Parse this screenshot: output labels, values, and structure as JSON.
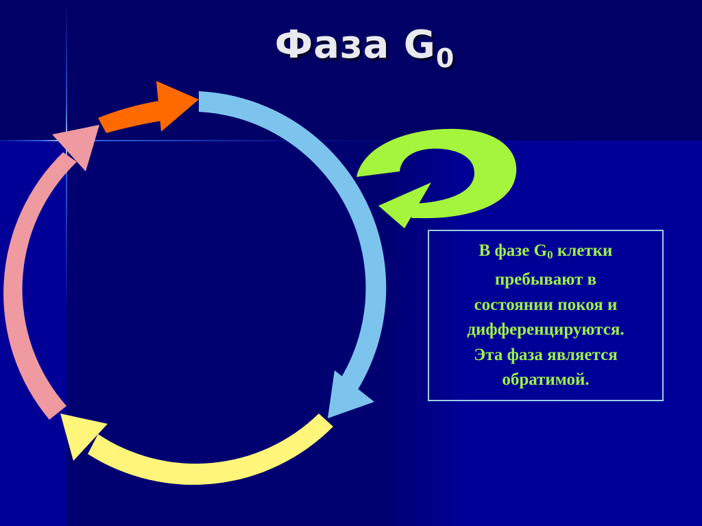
{
  "slide": {
    "title_main": "Фаза G",
    "title_sub": "0",
    "colors": {
      "background": "#000070",
      "title": "#e9e9f0",
      "text": "#9cf04a",
      "box_border": "#9ccfe6"
    }
  },
  "diagram": {
    "type": "cell-cycle",
    "arrows": [
      {
        "name": "blue-arc-arrow",
        "color": "#7cc4ee",
        "direction": "clockwise, top to bottom-right"
      },
      {
        "name": "yellow-arc-arrow",
        "color": "#fff57a",
        "direction": "bottom, right to left"
      },
      {
        "name": "pink-arc-arrow",
        "color": "#ee9aa0",
        "direction": "left side, bottom to top"
      },
      {
        "name": "orange-arrow",
        "color": "#ff6a00",
        "direction": "top-left to top"
      },
      {
        "name": "green-loop-arrow",
        "color": "#a4f53c",
        "direction": "exit loop returning to cycle (G0)"
      }
    ]
  },
  "infobox": {
    "line1_pre": "В фазе G",
    "line1_sub": "0",
    "line1_post": " клетки",
    "line2": "пребывают в",
    "line3": "состоянии покоя и",
    "line4": "дифференцируются.",
    "line5": "Эта фаза является",
    "line6": "обратимой."
  }
}
